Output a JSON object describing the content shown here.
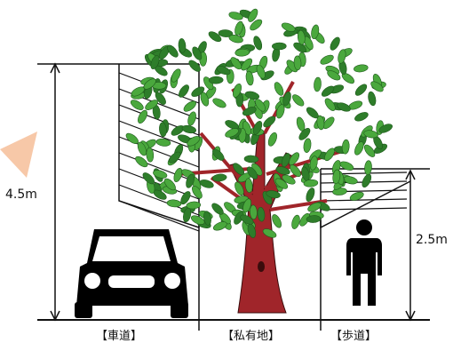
{
  "labels": {
    "road_clearance": "4.5m",
    "sidewalk_clearance": "2.5m",
    "zone_road": "【車道】",
    "zone_private": "【私有地】",
    "zone_sidewalk": "【歩道】"
  },
  "figures": {
    "vehicle": "car-icon",
    "pedestrian": "person-icon",
    "tree": "tree-icon",
    "pointer": "arrow-icon"
  },
  "colors": {
    "trunk": "#a0252a",
    "leaf": "#4aa83d",
    "leaf_dark": "#2e7d2a",
    "line": "#111111",
    "pointer": "#f7c8a8"
  }
}
